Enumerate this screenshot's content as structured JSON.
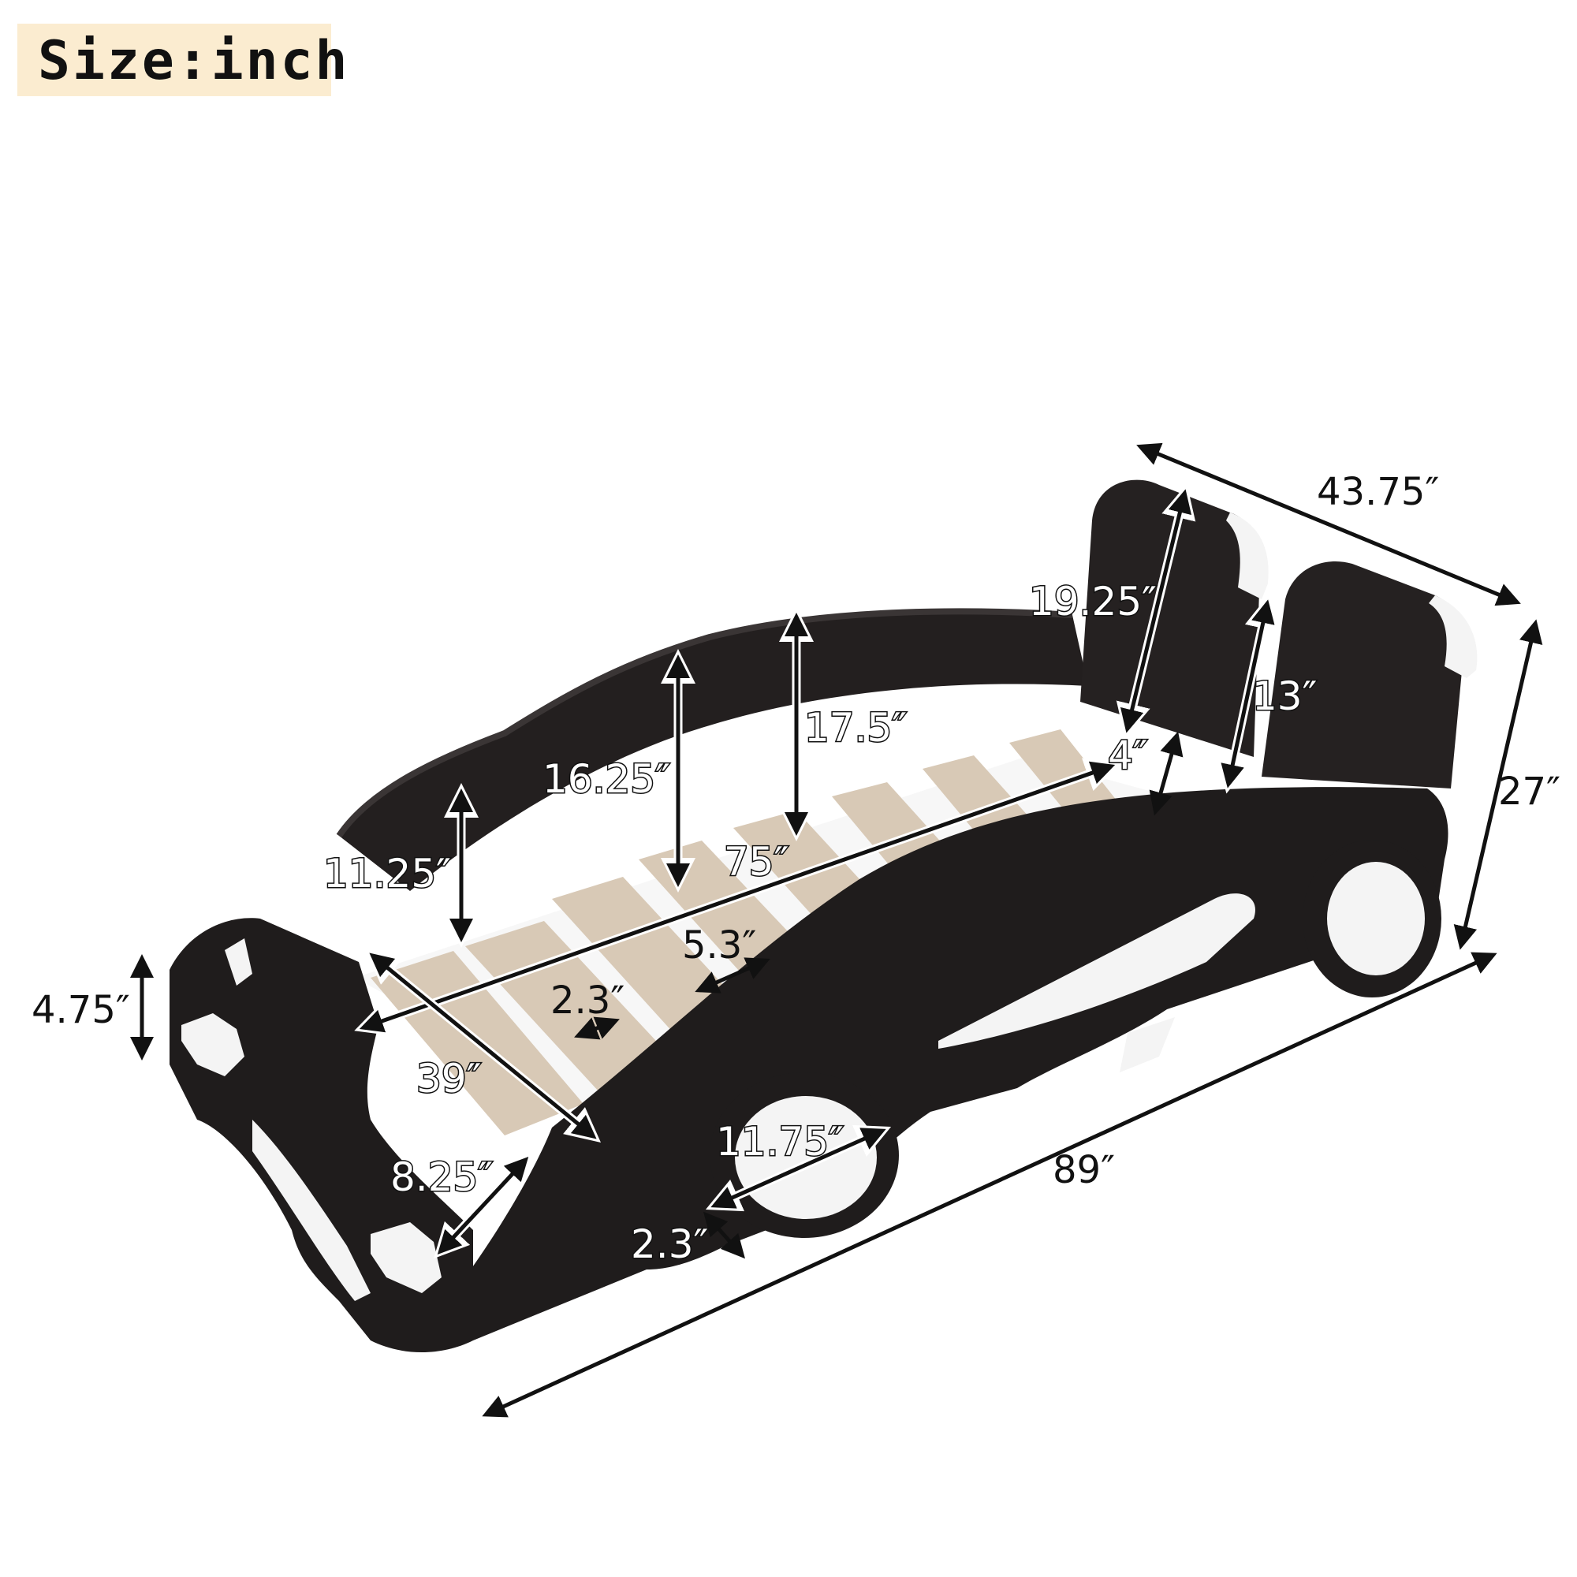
{
  "badge": {
    "label": "Size:inch"
  },
  "colors": {
    "body": "#1c1a1a",
    "trim": "#f4f4f4",
    "slat": "#d8c9b6",
    "panel": "#231f1f",
    "badge": "#fbecd0"
  },
  "dimensions": {
    "overall_width": "43.75″",
    "overall_height": "27″",
    "overall_length": "89″",
    "headboard_height": "19.25″",
    "seat_height": "13″",
    "gap": "4″",
    "side_rail_high": "17.5″",
    "side_rail_mid": "16.25″",
    "side_rail_low": "11.25″",
    "inner_length": "75″",
    "slat_gap": "5.3″",
    "slat_width": "2.3″",
    "inner_width": "39″",
    "front_height": "4.75″",
    "front_panel": "8.25″",
    "wheel_diameter": "11.75″",
    "wheel_thickness": "2.3″"
  }
}
